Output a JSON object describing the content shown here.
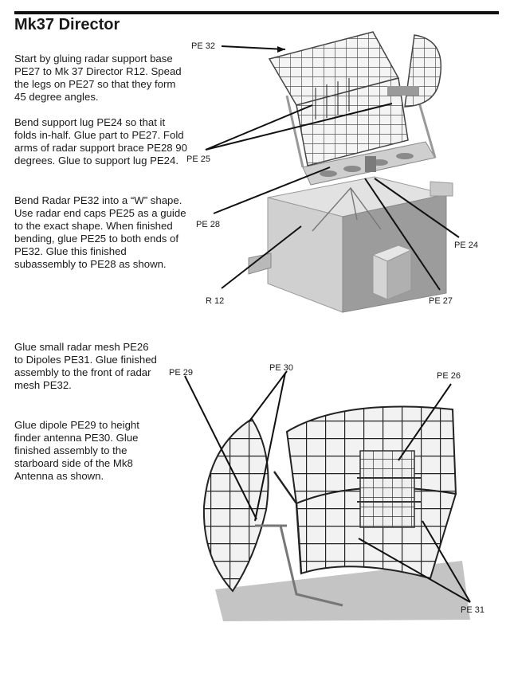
{
  "title": "Mk37 Director",
  "instructions_top": [
    "Start by gluing radar support base PE27 to Mk 37 Director R12. Spead the legs on PE27 so that they form 45 degree angles.",
    "Bend support lug PE24 so that it folds in-half. Glue part to PE27. Fold arms of radar support brace PE28 90 degrees. Glue to support lug PE24.",
    "Bend Radar PE32 into a “W” shape. Use radar end caps PE25 as a guide to the exact shape. When finished bending, glue PE25 to both ends of PE32. Glue this finished subassembly to PE28 as shown."
  ],
  "instructions_bottom": [
    "Glue small radar mesh PE26 to Dipoles PE31. Glue finished assembly to the front of radar mesh PE32.",
    "Glue dipole PE29 to height finder antenna PE30. Glue finished assembly to the starboard side of the Mk8 Antenna as shown."
  ],
  "figure1_labels": {
    "pe32": "PE 32",
    "pe25": "PE 25",
    "pe28": "PE 28",
    "pe24": "PE 24",
    "r12": "R 12",
    "pe27": "PE 27"
  },
  "figure2_labels": {
    "pe29": "PE 29",
    "pe30": "PE 30",
    "pe26": "PE 26",
    "pe31": "PE 31"
  }
}
